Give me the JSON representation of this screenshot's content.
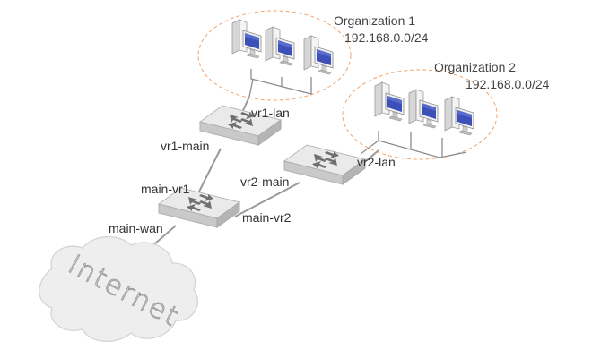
{
  "organizations": [
    {
      "name": "Organization 1",
      "subnet": "192.168.0.0/24"
    },
    {
      "name": "Organization 2",
      "subnet": "192.168.0.0/24"
    }
  ],
  "interfaces": {
    "vr1_lan": "vr1-lan",
    "vr1_main": "vr1-main",
    "main_vr1": "main-vr1",
    "vr2_main": "vr2-main",
    "vr2_lan": "vr2-lan",
    "main_vr2": "main-vr2",
    "main_wan": "main-wan"
  },
  "cloud": {
    "label": "Internet"
  },
  "colors": {
    "org_boundary": "#f2a36b",
    "link": "#9a9a9a",
    "router_face": "#e9e9e9",
    "router_side": "#c4c4c4",
    "cloud_fill": "#eeeeee",
    "monitor_screen": "#3d4fb8"
  },
  "icons": {
    "router": "router-icon",
    "workstation": "workstation-icon",
    "cloud": "cloud-icon"
  }
}
